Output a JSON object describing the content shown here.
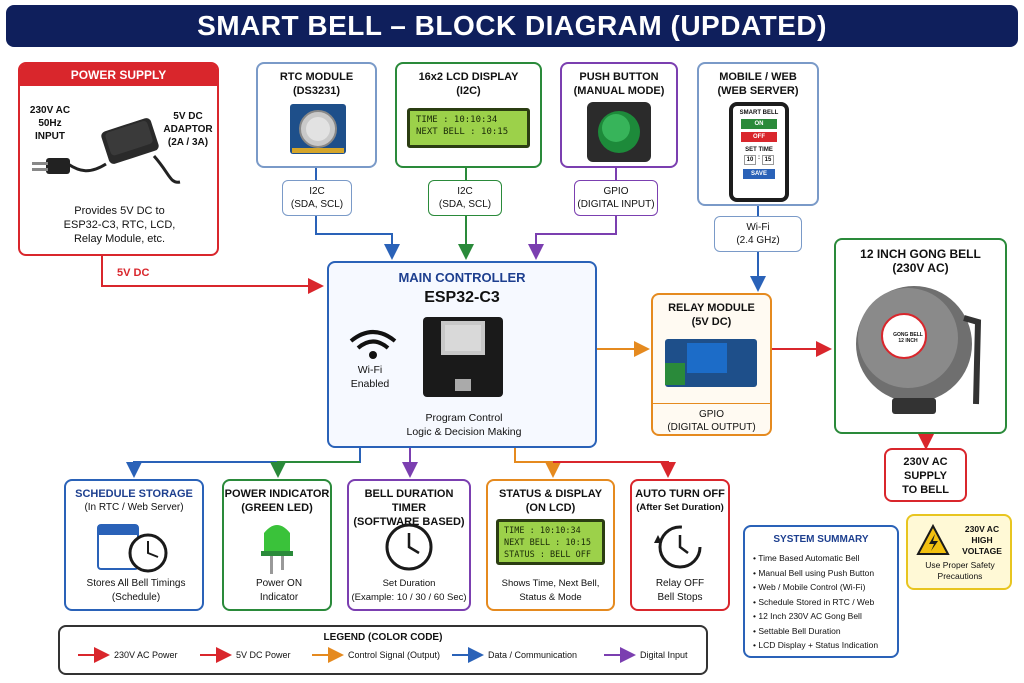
{
  "title": "SMART BELL – BLOCK DIAGRAM (UPDATED)",
  "power_supply": {
    "header": "POWER SUPPLY",
    "input_label": [
      "230V AC",
      "50Hz",
      "INPUT"
    ],
    "adaptor_label": [
      "5V DC",
      "ADAPTOR",
      "(2A / 3A)"
    ],
    "description": [
      "Provides 5V DC to",
      "ESP32-C3, RTC, LCD,",
      "Relay Module, etc."
    ],
    "output_label": "5V DC"
  },
  "rtc": {
    "title": "RTC MODULE",
    "subtitle": "(DS3231)",
    "conn_title": "I2C",
    "conn_sub": "(SDA, SCL)"
  },
  "lcd_display": {
    "title": "16x2 LCD DISPLAY",
    "subtitle": "(I2C)",
    "line1": "TIME : 10:10:34",
    "line2": "NEXT BELL : 10:15",
    "conn_title": "I2C",
    "conn_sub": "(SDA, SCL)"
  },
  "push_button": {
    "title": "PUSH BUTTON",
    "subtitle": "(MANUAL MODE)",
    "conn_title": "GPIO",
    "conn_sub": "(DIGITAL INPUT)"
  },
  "mobile": {
    "title": "MOBILE / WEB",
    "subtitle": "(WEB SERVER)",
    "app_title": "SMART BELL",
    "on": "ON",
    "off": "OFF",
    "set_time": "SET TIME",
    "hour": "10",
    "colon": ":",
    "minute": "15",
    "save": "SAVE",
    "conn_title": "Wi-Fi",
    "conn_sub": "(2.4 GHz)"
  },
  "controller": {
    "header": "MAIN CONTROLLER",
    "chip": "ESP32-C3",
    "wifi_label": [
      "Wi-Fi",
      "Enabled"
    ],
    "logic": [
      "Program Control",
      "Logic & Decision Making"
    ]
  },
  "relay": {
    "title": "RELAY MODULE",
    "subtitle": "(5V DC)",
    "conn_title": "GPIO",
    "conn_sub": "(DIGITAL OUTPUT)"
  },
  "gong": {
    "title": "12 INCH GONG BELL",
    "subtitle": "(230V AC)",
    "badge": [
      "GONG BELL",
      "12 INCH"
    ]
  },
  "supply_to_bell": [
    "230V AC",
    "SUPPLY",
    "TO BELL"
  ],
  "schedule": {
    "title": "SCHEDULE STORAGE",
    "subtitle": "(In RTC / Web Server)",
    "desc": [
      "Stores All Bell Timings",
      "(Schedule)"
    ]
  },
  "power_indicator": {
    "title": "POWER INDICATOR",
    "subtitle": "(GREEN LED)",
    "desc": [
      "Power ON",
      "Indicator"
    ]
  },
  "timer": {
    "title": "BELL DURATION TIMER",
    "subtitle": "(SOFTWARE BASED)",
    "desc": [
      "Set Duration",
      "(Example: 10 / 30 / 60 Sec)"
    ]
  },
  "status_display": {
    "title": "STATUS & DISPLAY",
    "subtitle": "(ON LCD)",
    "line1": "TIME : 10:10:34",
    "line2": "NEXT BELL : 10:15",
    "line3": "STATUS : BELL OFF",
    "desc": [
      "Shows Time, Next Bell,",
      "Status & Mode"
    ]
  },
  "auto_off": {
    "title": "AUTO TURN OFF",
    "subtitle": "(After Set Duration)",
    "desc": [
      "Relay OFF",
      "Bell Stops"
    ]
  },
  "summary": {
    "title": "SYSTEM SUMMARY",
    "items": [
      "Time Based Automatic Bell",
      "Manual Bell using Push Button",
      "Web / Mobile Control (Wi-Fi)",
      "Schedule Stored in RTC / Web",
      "12 Inch 230V AC Gong Bell",
      "Settable Bell Duration",
      "LCD Display + Status Indication"
    ]
  },
  "warning": {
    "title": [
      "230V AC",
      "HIGH VOLTAGE"
    ],
    "text": [
      "Use Proper Safety",
      "Precautions"
    ]
  },
  "legend": {
    "title": "LEGEND (COLOR CODE)",
    "items": [
      "230V AC Power",
      "5V DC Power",
      "Control Signal (Output)",
      "Data / Communication",
      "Digital Input"
    ]
  },
  "colors": {
    "red": "#d9262c",
    "green": "#2a8a3a",
    "blue": "#2a62b8",
    "purple": "#7b3fb0",
    "orange": "#e58a1f",
    "navy": "#0f1f5c"
  }
}
